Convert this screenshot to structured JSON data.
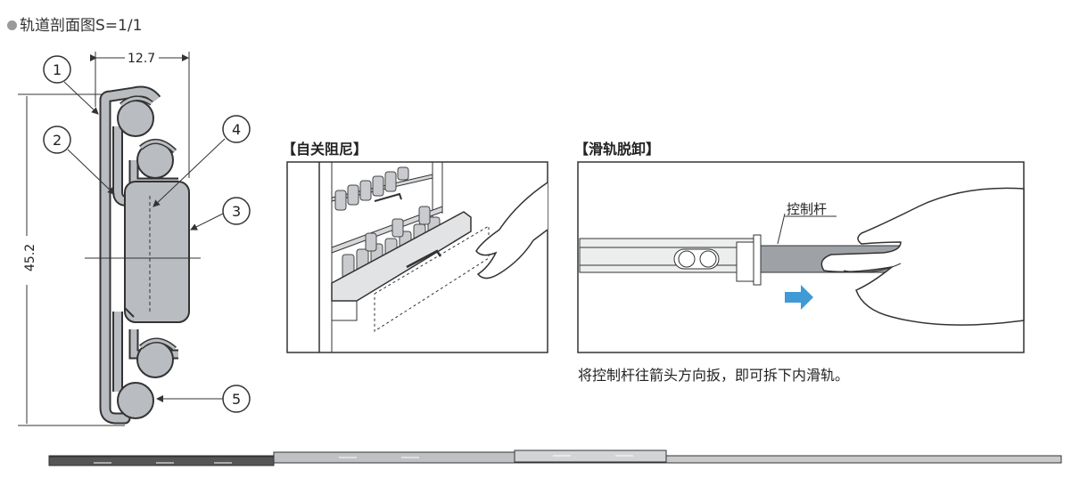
{
  "header": {
    "title": "轨道剖面图S=1/1"
  },
  "dimensions": {
    "width": "12.7",
    "height": "45.2"
  },
  "callouts": [
    "1",
    "2",
    "3",
    "4",
    "5"
  ],
  "panels": {
    "soft_close": {
      "label": "【自关阻尼】"
    },
    "removal": {
      "label": "【滑轨脱卸】",
      "lever_label": "控制杆"
    }
  },
  "caption": "将控制杆往箭头方向扳，即可拆下内滑轨。",
  "colors": {
    "rail_gray": "#b9bcc0",
    "outline": "#333333",
    "arrow_blue": "#3f9ad6"
  }
}
